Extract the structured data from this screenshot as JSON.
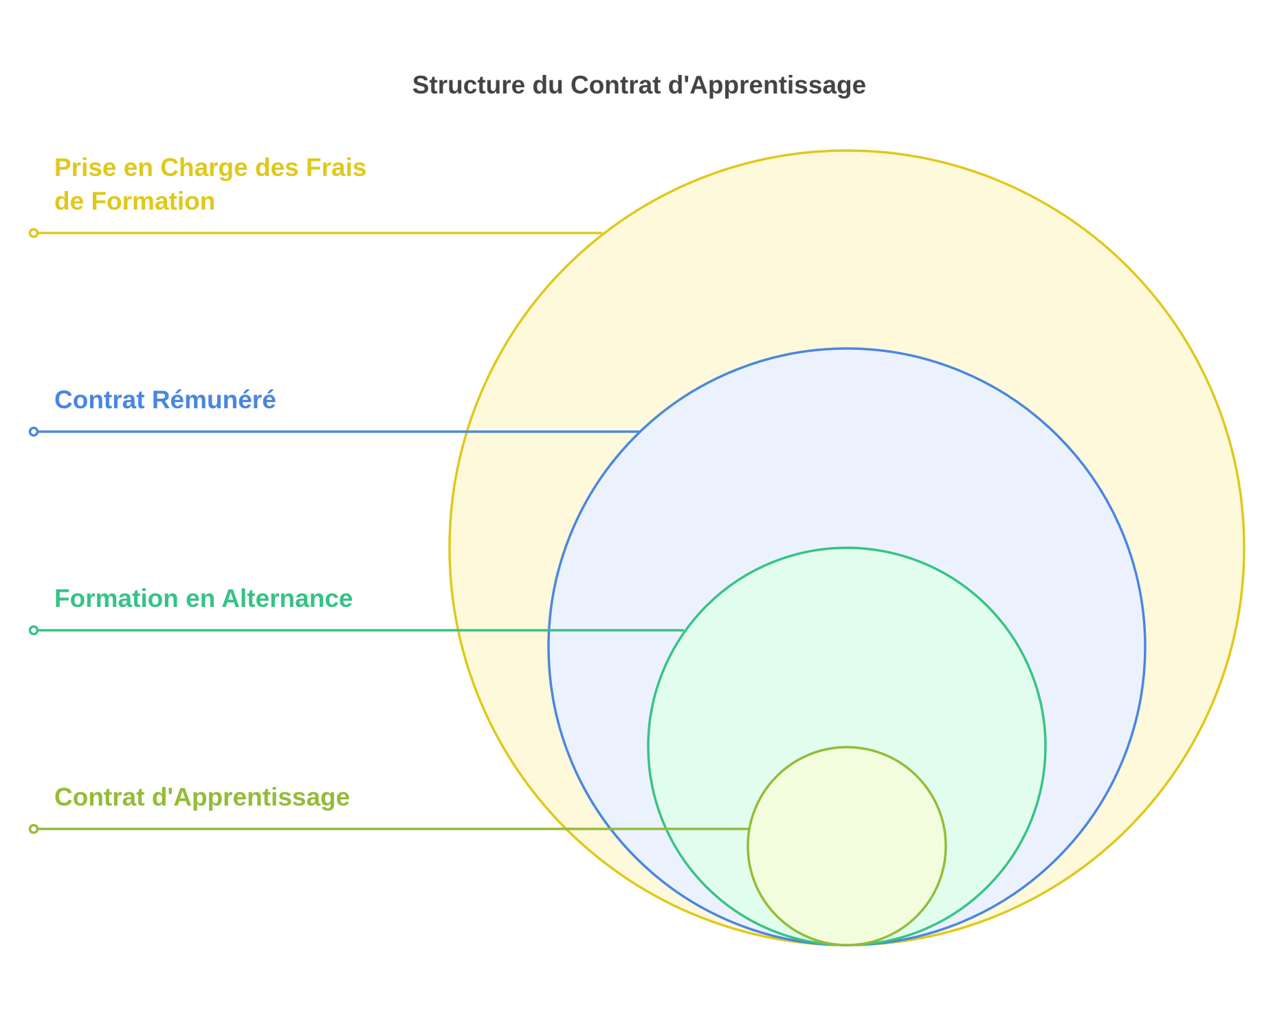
{
  "title": "Structure du Contrat d'Apprentissage",
  "layers": [
    {
      "id": "frais",
      "label_lines": [
        "Prise en Charge des Frais",
        "de Formation"
      ],
      "stroke": "#E0C81A",
      "fill": "#FEF9DA"
    },
    {
      "id": "remunere",
      "label_lines": [
        "Contrat Rémunéré"
      ],
      "stroke": "#4A86E0",
      "fill": "#EBF2FE"
    },
    {
      "id": "alternance",
      "label_lines": [
        "Formation en Alternance"
      ],
      "stroke": "#37C383",
      "fill": "#E1FDEE"
    },
    {
      "id": "apprentissage",
      "label_lines": [
        "Contrat d'Apprentissage"
      ],
      "stroke": "#93BC38",
      "fill": "#F1FDDC"
    }
  ]
}
